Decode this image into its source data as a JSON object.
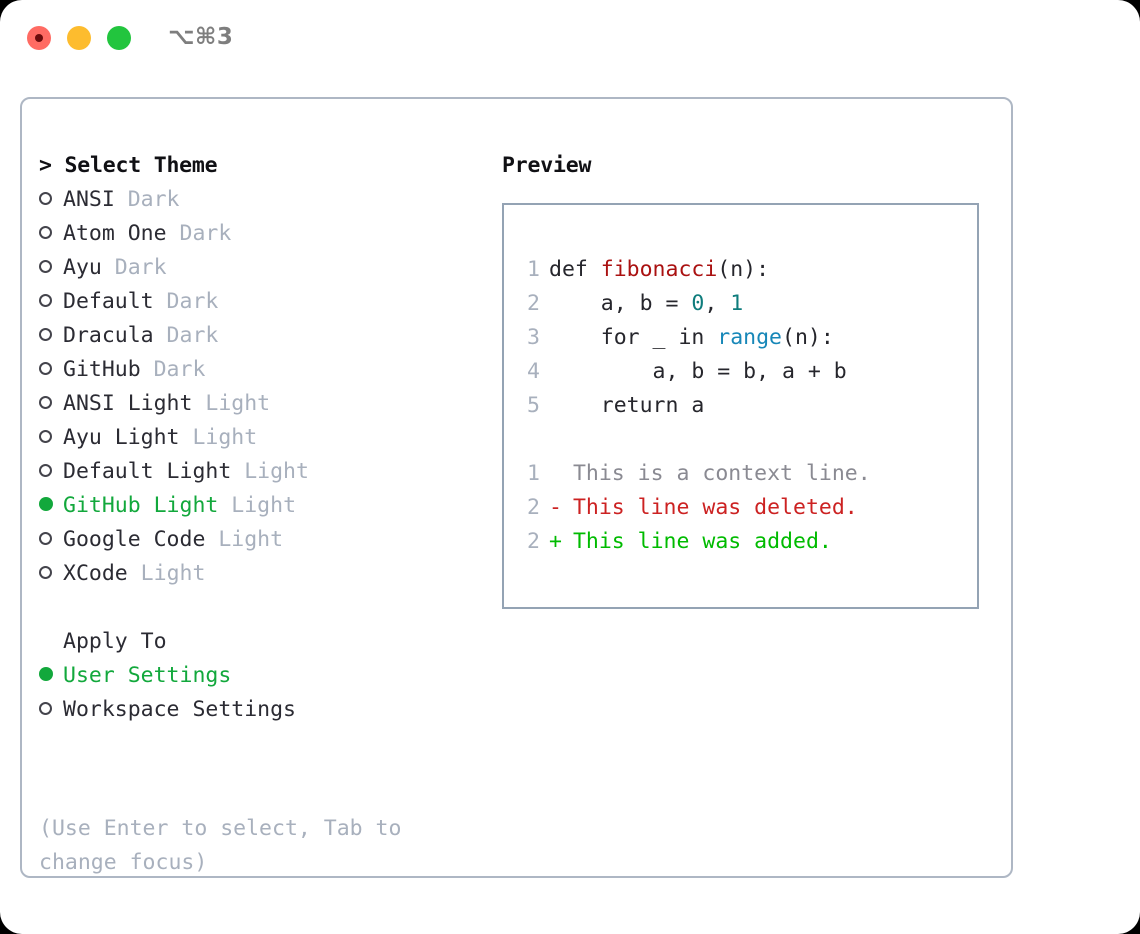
{
  "window": {
    "shortcut": "⌥⌘3",
    "traffic_lights": [
      {
        "name": "close",
        "color": "#FF6B63"
      },
      {
        "name": "minimize",
        "color": "#FDBC2E"
      },
      {
        "name": "maximize",
        "color": "#22C53E"
      }
    ]
  },
  "colors": {
    "panel_border": "#AEB7C4",
    "code_border": "#94A3B4",
    "selected_green": "#12A83C",
    "muted_gray": "#A8B0BD",
    "text": "#2B2B33",
    "diff_deleted": "#CC2222",
    "diff_added": "#00BB00",
    "diff_context": "#8A8A92",
    "syntax_function": "#AA1111",
    "syntax_number": "#0E7C7C",
    "syntax_builtin": "#1787B8"
  },
  "theme_section": {
    "header": "> Select Theme",
    "items": [
      {
        "bullet": "empty",
        "name": "ANSI",
        "suffix": "Dark",
        "selected": false
      },
      {
        "bullet": "empty",
        "name": "Atom One",
        "suffix": "Dark",
        "selected": false
      },
      {
        "bullet": "empty",
        "name": "Ayu",
        "suffix": "Dark",
        "selected": false
      },
      {
        "bullet": "empty",
        "name": "Default",
        "suffix": "Dark",
        "selected": false
      },
      {
        "bullet": "empty",
        "name": "Dracula",
        "suffix": "Dark",
        "selected": false
      },
      {
        "bullet": "empty",
        "name": "GitHub",
        "suffix": "Dark",
        "selected": false
      },
      {
        "bullet": "empty",
        "name": "ANSI Light",
        "suffix": "Light",
        "selected": false
      },
      {
        "bullet": "empty",
        "name": "Ayu Light",
        "suffix": "Light",
        "selected": false
      },
      {
        "bullet": "empty",
        "name": "Default Light",
        "suffix": "Light",
        "selected": false
      },
      {
        "bullet": "filled",
        "name": "GitHub Light",
        "suffix": "Light",
        "selected": true
      },
      {
        "bullet": "empty",
        "name": "Google Code",
        "suffix": "Light",
        "selected": false
      },
      {
        "bullet": "empty",
        "name": "XCode",
        "suffix": "Light",
        "selected": false
      }
    ]
  },
  "apply_to_section": {
    "header": "Apply To",
    "items": [
      {
        "bullet": "filled",
        "name": "User Settings",
        "suffix": "",
        "selected": true
      },
      {
        "bullet": "empty",
        "name": "Workspace Settings",
        "suffix": "",
        "selected": false
      }
    ]
  },
  "hint": "(Use Enter to select, Tab to change focus)",
  "preview": {
    "title": "Preview",
    "code_lines": [
      {
        "no": "1",
        "tokens": [
          {
            "t": "def ",
            "c": "kw"
          },
          {
            "t": "fibonacci",
            "c": "fn"
          },
          {
            "t": "(n):",
            "c": "plain"
          }
        ]
      },
      {
        "no": "2",
        "tokens": [
          {
            "t": "    a, b = ",
            "c": "plain"
          },
          {
            "t": "0",
            "c": "num"
          },
          {
            "t": ", ",
            "c": "plain"
          },
          {
            "t": "1",
            "c": "num"
          }
        ]
      },
      {
        "no": "3",
        "tokens": [
          {
            "t": "    for _ in ",
            "c": "kw"
          },
          {
            "t": "range",
            "c": "bif"
          },
          {
            "t": "(n):",
            "c": "plain"
          }
        ]
      },
      {
        "no": "4",
        "tokens": [
          {
            "t": "        a, b = b, a + b",
            "c": "plain"
          }
        ]
      },
      {
        "no": "5",
        "tokens": [
          {
            "t": "    return a",
            "c": "kw"
          }
        ]
      }
    ],
    "diff_lines": [
      {
        "no": "1",
        "marker": " ",
        "text": " This is a context line.",
        "kind": "context"
      },
      {
        "no": "2",
        "marker": "-",
        "text": " This line was deleted.",
        "kind": "deleted"
      },
      {
        "no": "2",
        "marker": "+",
        "text": " This line was added.",
        "kind": "added"
      }
    ]
  }
}
